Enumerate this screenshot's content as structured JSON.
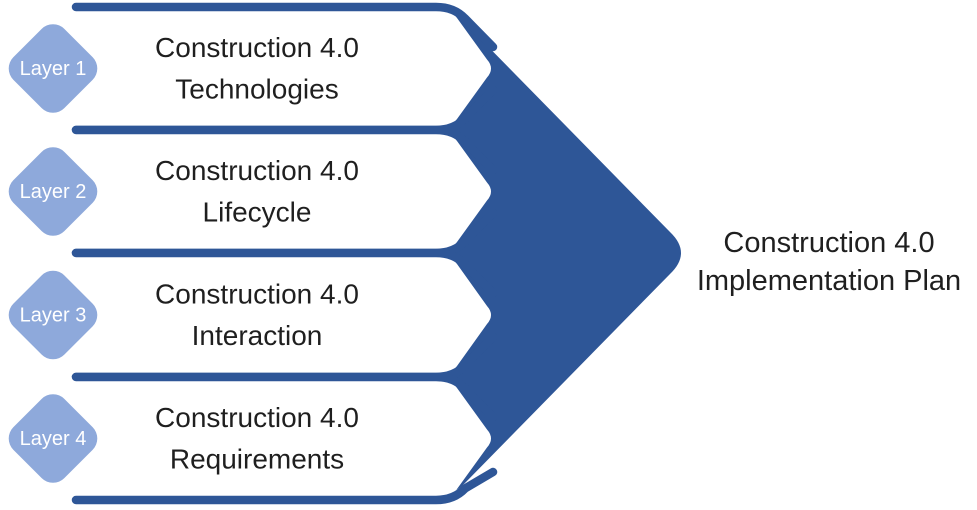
{
  "diagram": {
    "layers": [
      {
        "badge": "Layer 1",
        "title_line1": "Construction 4.0",
        "title_line2": "Technologies"
      },
      {
        "badge": "Layer 2",
        "title_line1": "Construction 4.0",
        "title_line2": "Lifecycle"
      },
      {
        "badge": "Layer 3",
        "title_line1": "Construction 4.0",
        "title_line2": "Interaction"
      },
      {
        "badge": "Layer 4",
        "title_line1": "Construction 4.0",
        "title_line2": "Requirements"
      }
    ],
    "result": {
      "line1": "Construction 4.0",
      "line2": "Implementation Plan"
    }
  },
  "colors": {
    "dark_blue": "#2E5697",
    "light_blue": "#8EA9DB",
    "band_fill": "#FFFFFF",
    "text": "#1F1F1F",
    "badge_text": "#FFFFFF",
    "background": "#FFFFFF"
  }
}
